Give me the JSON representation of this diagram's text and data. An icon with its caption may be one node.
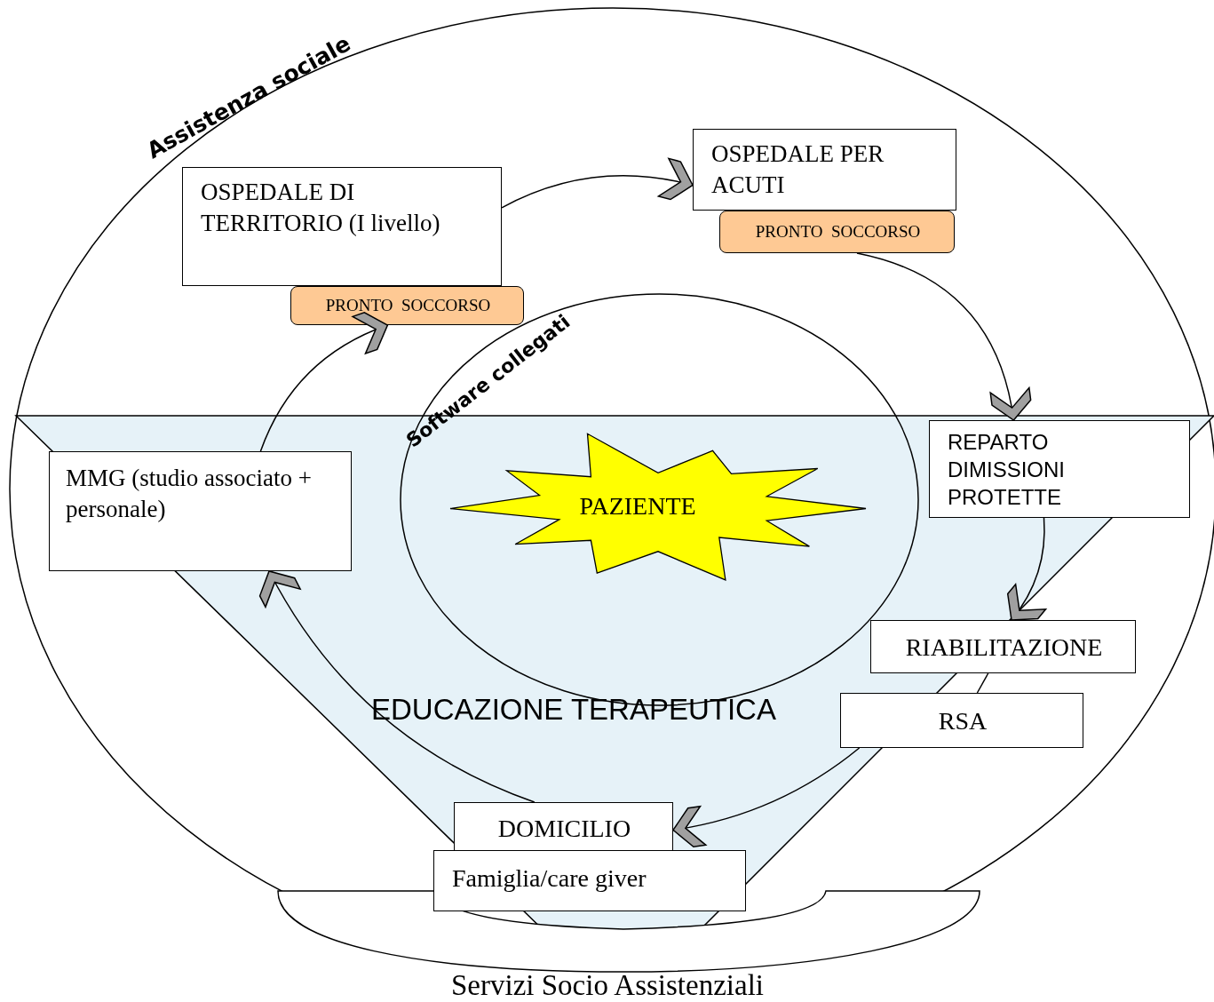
{
  "diagram": {
    "nodes": [
      {
        "text": [
          "Assistenza sociale"
        ]
      },
      {
        "text": [
          "OSPEDALE DI TERRITORIO (I livello)"
        ],
        "in": 0
      },
      {
        "text": [
          "PRONTO  SOCCORSO"
        ],
        "in": 0
      },
      {
        "text": [
          "OSPEDALE PER ACUTI"
        ],
        "in": 0
      },
      {
        "text": [
          "PRONTO  SOCCORSO"
        ],
        "in": 0
      },
      {
        "text": [
          "Software collegati"
        ],
        "in": 0
      },
      {
        "text": [
          "EDUCAZIONE TERAPEUTICA"
        ],
        "in": 0
      },
      {
        "text": [
          "REPARTO DIMISSIONI PROTETTE"
        ],
        "in": 6
      },
      {
        "text": [
          "MMG (studio associato + personale)"
        ],
        "in": 6
      },
      {
        "text": [
          "PAZIENTE"
        ]
      },
      {
        "text": [
          "RIABILITAZIONE"
        ],
        "in": 6
      },
      {
        "text": [
          "RSA"
        ],
        "in": 6
      },
      {
        "text": [
          "DOMICILIO"
        ],
        "in": 6
      },
      {
        "text": [
          "Famiglia/care giver"
        ],
        "in": 6
      },
      {
        "text": [
          "Servizi Socio Assistenziali"
        ],
        "in": 0
      }
    ],
    "edges": [
      {
        "from": 1,
        "to": 3,
        "arrow": "to"
      },
      {
        "from": 4,
        "to": 7,
        "arrow": "to"
      },
      {
        "from": 7,
        "to": 10,
        "arrow": "to"
      },
      {
        "from": 10,
        "to": 11,
        "arrow": "none"
      },
      {
        "from": 11,
        "to": 12,
        "arrow": "to"
      },
      {
        "from": 12,
        "to": 8,
        "arrow": "to"
      },
      {
        "from": 8,
        "to": 2,
        "arrow": "to"
      }
    ]
  }
}
